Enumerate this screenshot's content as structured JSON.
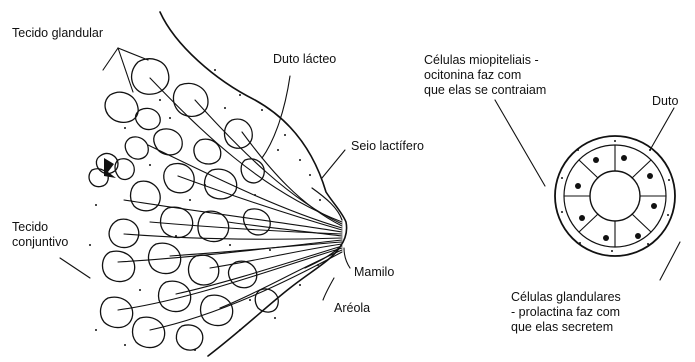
{
  "labels": {
    "tecido_glandular": "Tecido glandular",
    "duto_lacteo": "Duto lácteo",
    "seio_lactifero": "Seio lactífero",
    "tecido_conjuntivo": [
      "Tecido",
      "conjuntivo"
    ],
    "mamilo": "Mamilo",
    "areola": "Aréola",
    "celulas_mioepiteliais": [
      "Células miopiteliais -",
      "ocitonina faz com",
      "que elas se contraiam"
    ],
    "duto": "Duto",
    "celulas_glandulares": [
      "Células glandulares",
      "- prolactina faz com",
      "que elas secretem"
    ]
  },
  "colors": {
    "ink": "#111111",
    "background": "#ffffff"
  }
}
